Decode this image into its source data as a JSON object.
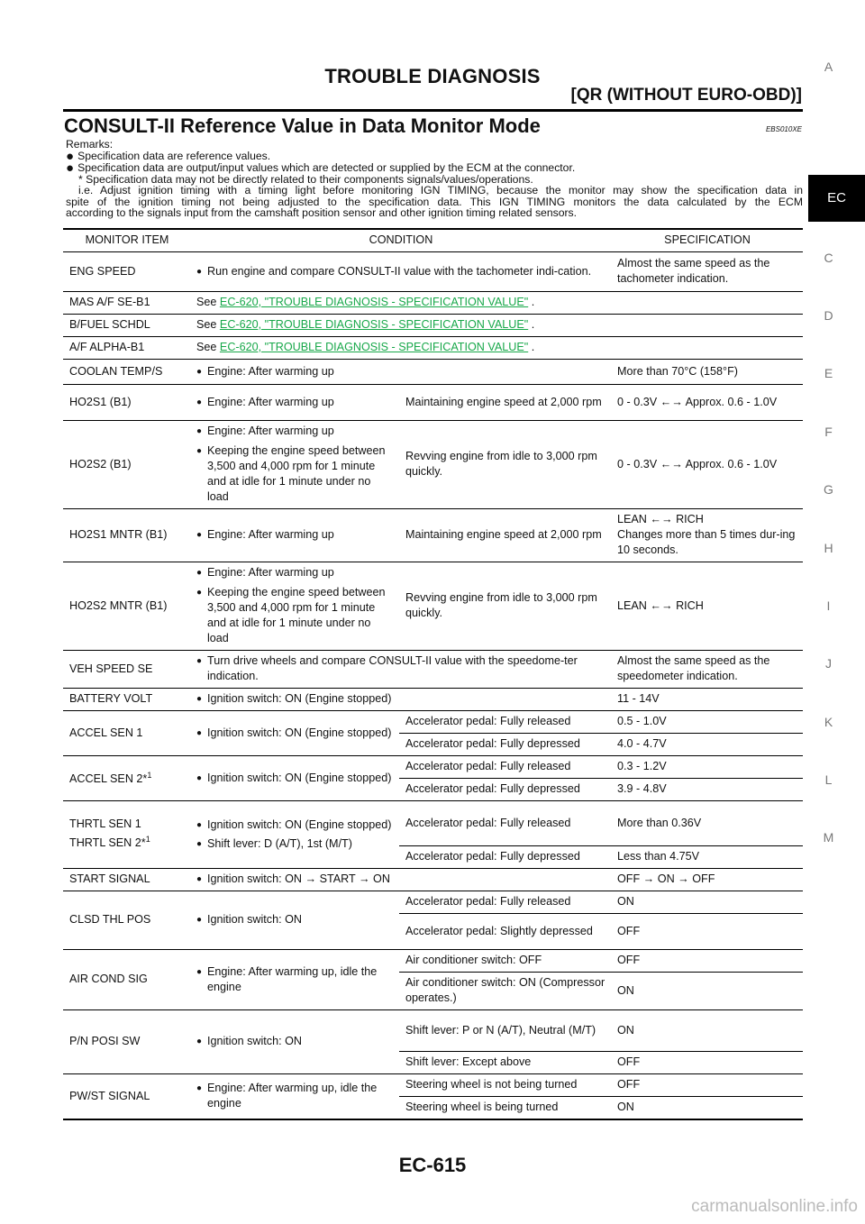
{
  "header": {
    "title": "TROUBLE DIAGNOSIS",
    "subtitle": "[QR (WITHOUT EURO-OBD)]"
  },
  "section": {
    "title": "CONSULT-II Reference Value in Data Monitor Mode",
    "code": "EBS010XE"
  },
  "intro": {
    "remarks": "Remarks:",
    "bullet1": "Specification data are reference values.",
    "bullet2": "Specification data are output/input values which are detected or supplied by the ECM at the connector.",
    "note1": "* Specification data may not be directly related to their components signals/values/operations.",
    "note2_l1": "i.e. Adjust ignition timing with a timing light before monitoring IGN TIMING, because the monitor may show the specification data in",
    "note2_l2": "spite of the ignition timing not being adjusted to the specification data. This IGN TIMING monitors the data calculated by the ECM",
    "note2_l3": "according to the signals input from the camshaft position sensor and other ignition timing related sensors."
  },
  "side_index": [
    "A",
    "EC",
    "C",
    "D",
    "E",
    "F",
    "G",
    "H",
    "I",
    "J",
    "K",
    "L",
    "M"
  ],
  "table": {
    "headers": [
      "MONITOR ITEM",
      "CONDITION",
      "SPECIFICATION"
    ],
    "see": "See",
    "link": "EC-620, \"TROUBLE DIAGNOSIS - SPECIFICATION VALUE\"",
    "period": " .",
    "r_eng": {
      "item": "ENG SPEED",
      "cond": "Run engine and compare CONSULT-II value with the tachometer indi-cation.",
      "spec": "Almost the same speed as the tachometer indication."
    },
    "r_mas": {
      "item": "MAS A/F SE-B1"
    },
    "r_bfuel": {
      "item": "B/FUEL SCHDL"
    },
    "r_af": {
      "item": "A/F ALPHA-B1"
    },
    "r_cool": {
      "item": "COOLAN TEMP/S",
      "cond": "Engine: After warming up",
      "spec": "More than 70°C (158°F)"
    },
    "r_ho1": {
      "item": "HO2S1 (B1)",
      "cond": "Engine: After warming up",
      "sub": "Maintaining engine speed at 2,000 rpm",
      "spec": "0 - 0.3V ←→ Approx. 0.6 - 1.0V"
    },
    "r_ho2": {
      "item": "HO2S2 (B1)",
      "cond1": "Engine: After warming up",
      "cond2": "Keeping the engine speed between 3,500 and 4,000 rpm for 1 minute and at idle for 1 minute under no load",
      "sub": "Revving engine from idle to 3,000 rpm quickly.",
      "spec": "0 - 0.3V ←→ Approx. 0.6 - 1.0V"
    },
    "r_ho1m": {
      "item": "HO2S1 MNTR (B1)",
      "cond": "Engine: After warming up",
      "sub": "Maintaining engine speed at 2,000 rpm",
      "spec1": "LEAN ←→ RICH",
      "spec2": "Changes more than 5 times dur-ing 10 seconds."
    },
    "r_ho2m": {
      "item": "HO2S2 MNTR (B1)",
      "cond1": "Engine: After warming up",
      "cond2": "Keeping the engine speed between 3,500 and 4,000 rpm for 1 minute and at idle for 1 minute under no load",
      "sub": "Revving engine from idle to 3,000 rpm quickly.",
      "spec": "LEAN ←→ RICH"
    },
    "r_veh": {
      "item": "VEH SPEED SE",
      "cond": "Turn drive wheels and compare CONSULT-II value with the speedome-ter indication.",
      "spec": "Almost the same speed as the speedometer indication."
    },
    "r_bat": {
      "item": "BATTERY VOLT",
      "cond": "Ignition switch: ON (Engine stopped)",
      "spec": "11 - 14V"
    },
    "r_acc1": {
      "item": "ACCEL SEN 1",
      "cond": "Ignition switch: ON (Engine stopped)",
      "sub1": "Accelerator pedal: Fully released",
      "spec1": "0.5 - 1.0V",
      "sub2": "Accelerator pedal: Fully depressed",
      "spec2": "4.0 - 4.7V"
    },
    "r_acc2": {
      "item": "ACCEL SEN 2*",
      "sup": "1",
      "cond": "Ignition switch: ON (Engine stopped)",
      "sub1": "Accelerator pedal: Fully released",
      "spec1": "0.3 - 1.2V",
      "sub2": "Accelerator pedal: Fully depressed",
      "spec2": "3.9 - 4.8V"
    },
    "r_thr": {
      "item1": "THRTL SEN 1",
      "item2": "THRTL SEN 2*",
      "sup": "1",
      "cond1": "Ignition switch: ON (Engine stopped)",
      "cond2": "Shift lever: D (A/T), 1st (M/T)",
      "sub1": "Accelerator pedal: Fully released",
      "spec1": "More than 0.36V",
      "sub2": "Accelerator pedal: Fully depressed",
      "spec2": "Less than 4.75V"
    },
    "r_start": {
      "item": "START SIGNAL",
      "cond": "Ignition switch: ON → START → ON",
      "spec": "OFF → ON → OFF"
    },
    "r_clsd": {
      "item": "CLSD THL POS",
      "cond": "Ignition switch: ON",
      "sub1": "Accelerator pedal: Fully released",
      "spec1": "ON",
      "sub2": "Accelerator pedal: Slightly depressed",
      "spec2": "OFF"
    },
    "r_air": {
      "item": "AIR COND SIG",
      "cond": "Engine: After warming up, idle the engine",
      "sub1": "Air conditioner switch: OFF",
      "spec1": "OFF",
      "sub2": "Air conditioner switch: ON (Compressor operates.)",
      "spec2": "ON"
    },
    "r_pn": {
      "item": "P/N POSI SW",
      "cond": "Ignition switch: ON",
      "sub1": "Shift lever: P or N (A/T), Neutral (M/T)",
      "spec1": "ON",
      "sub2": "Shift lever: Except above",
      "spec2": "OFF"
    },
    "r_pw": {
      "item": "PW/ST SIGNAL",
      "cond": "Engine: After warming up, idle the engine",
      "sub1": "Steering wheel is not being turned",
      "spec1": "OFF",
      "sub2": "Steering wheel is being turned",
      "spec2": "ON"
    }
  },
  "footer": {
    "page": "EC-615"
  },
  "watermark": "carmanualsonline.info"
}
